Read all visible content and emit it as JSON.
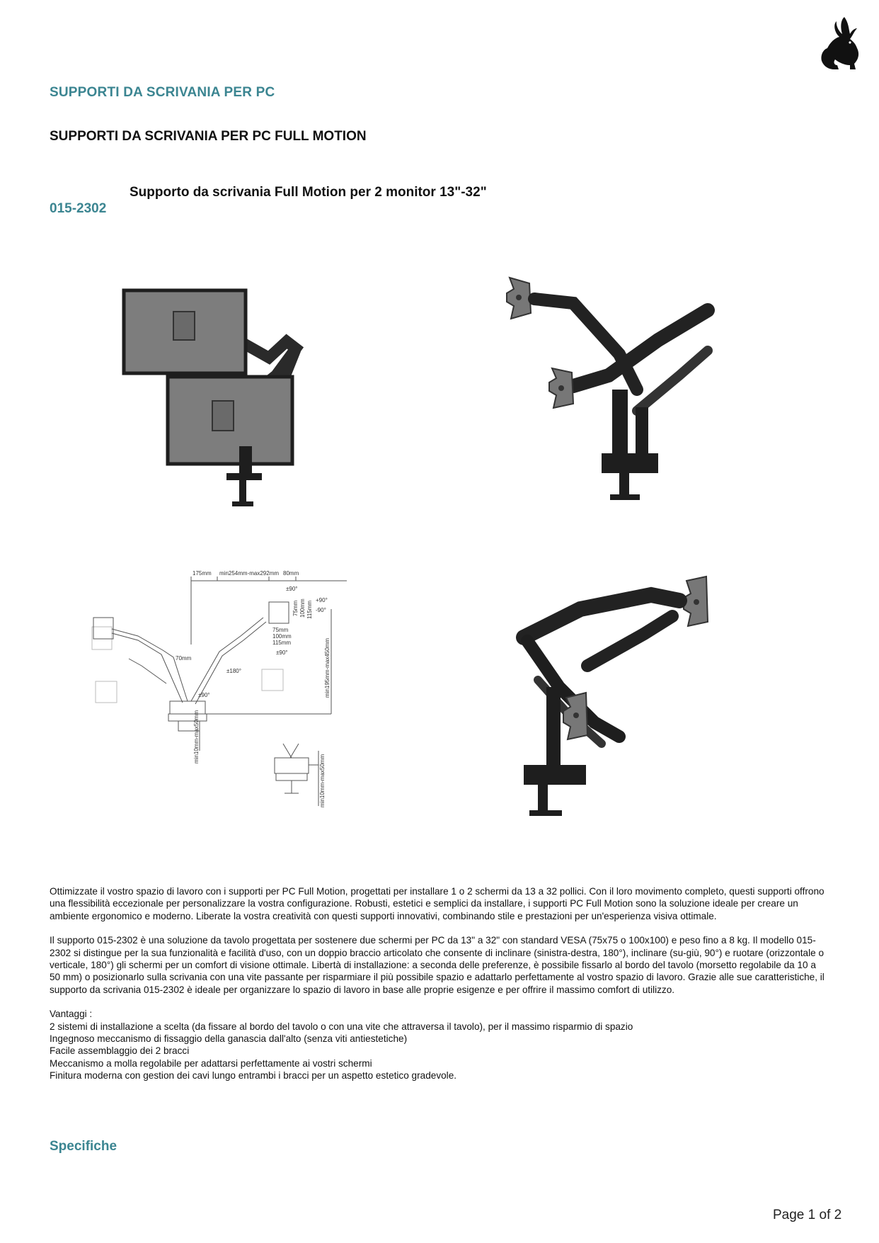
{
  "header": {
    "category": "SUPPORTI DA SCRIVANIA PER PC",
    "subcategory": "SUPPORTI DA SCRIVANIA PER PC FULL MOTION",
    "logo_icon": "rabbit-icon"
  },
  "product": {
    "sku": "015-2302",
    "title": "Supporto da scrivania Full Motion per 2 monitor 13\"-32\""
  },
  "diagram_labels": {
    "d175": "175mm",
    "reach": "min254mm-max292mm",
    "d80": "80mm",
    "d70": "70mm",
    "tilt90a": "±90°",
    "tilt90b": "±90°",
    "tilt90c": "±90°",
    "rot180": "±180°",
    "plus90": "+90°",
    "minus90": "-90°",
    "v75": "75mm",
    "v100": "100mm",
    "v115": "115mm",
    "h75": "75mm",
    "h100": "100mm",
    "h115": "115mm",
    "height": "min195mm-max450mm",
    "clamp": "min10mm-max50mm",
    "clamp2": "min10mm-max50mm"
  },
  "description": {
    "paragraph1": "Ottimizzate il vostro spazio di lavoro con i supporti per PC Full Motion, progettati per installare 1 o 2 schermi da 13 a 32 pollici. Con il loro movimento completo, questi supporti offrono una flessibilità eccezionale per personalizzare la vostra configurazione. Robusti, estetici e semplici da installare, i supporti PC Full Motion sono la soluzione ideale per creare un ambiente ergonomico e moderno. Liberate la vostra creatività con questi supporti innovativi, combinando stile e prestazioni per un'esperienza visiva ottimale.",
    "paragraph2": "Il supporto 015-2302 è una soluzione da tavolo progettata per sostenere due schermi per PC da 13\" a 32\" con standard VESA (75x75 o 100x100) e peso fino a 8 kg. Il modello 015-2302 si distingue per la sua funzionalità e facilità d'uso, con un doppio braccio articolato che consente di inclinare (sinistra-destra, 180°), inclinare (su-giù, 90°) e ruotare (orizzontale o verticale, 180°) gli schermi per un comfort di visione ottimale. Libertà di installazione: a seconda delle preferenze, è possibile fissarlo al bordo del tavolo (morsetto regolabile da 10 a 50 mm) o posizionarlo sulla scrivania con una vite passante per risparmiare il più possibile spazio e adattarlo perfettamente al vostro spazio di lavoro. Grazie alle sue caratteristiche, il supporto da scrivania 015-2302 è ideale per organizzare lo spazio di lavoro in base alle proprie esigenze e per offrire il massimo comfort di utilizzo.",
    "advantages_title": "Vantaggi :",
    "advantages": [
      "2 sistemi di installazione a scelta (da fissare al bordo del tavolo o con una vite che attraversa il tavolo), per il massimo risparmio di spazio",
      "Ingegnoso meccanismo di fissaggio della ganascia dall'alto (senza viti antiestetiche)",
      "Facile assemblaggio dei 2 bracci",
      "Meccanismo a molla regolabile per adattarsi perfettamente ai vostri schermi",
      "Finitura moderna con gestion dei cavi lungo entrambi i bracci per un aspetto estetico gradevole."
    ]
  },
  "specs": {
    "heading": "Specifiche"
  },
  "footer": {
    "page": "Page 1 of 2"
  }
}
